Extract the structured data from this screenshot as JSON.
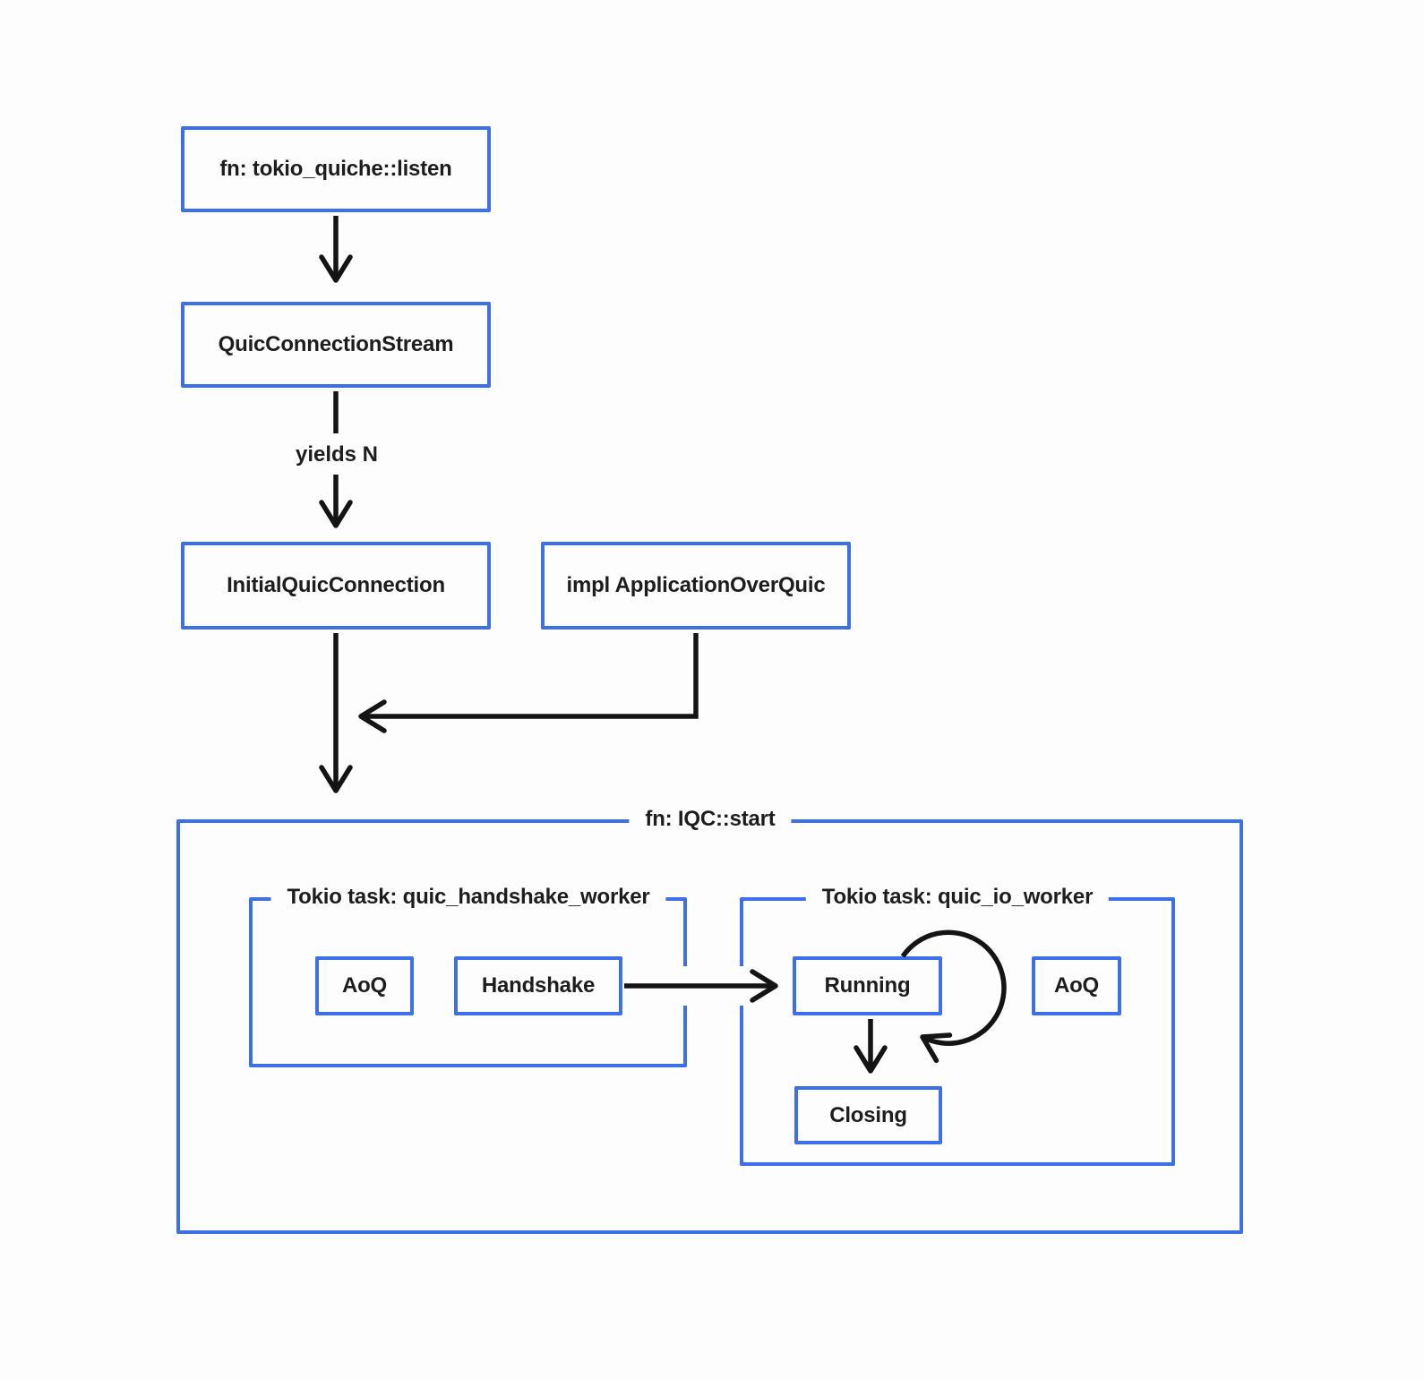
{
  "nodes": {
    "listen": "fn: tokio_quiche::listen",
    "stream": "QuicConnectionStream",
    "initial": "InitialQuicConnection",
    "impl_aoq": "impl ApplicationOverQuic",
    "aoq_handshake": "AoQ",
    "handshake": "Handshake",
    "running": "Running",
    "aoq_io": "AoQ",
    "closing": "Closing"
  },
  "containers": {
    "iqc_start": "fn: IQC::start",
    "handshake_worker": "Tokio task: quic_handshake_worker",
    "io_worker": "Tokio task: quic_io_worker"
  },
  "edge_labels": {
    "yields": "yields N"
  },
  "colors": {
    "box_border": "#3d6fe8",
    "arrow": "#141414",
    "text": "#1d1d1f",
    "background": "#fdfdfd"
  }
}
